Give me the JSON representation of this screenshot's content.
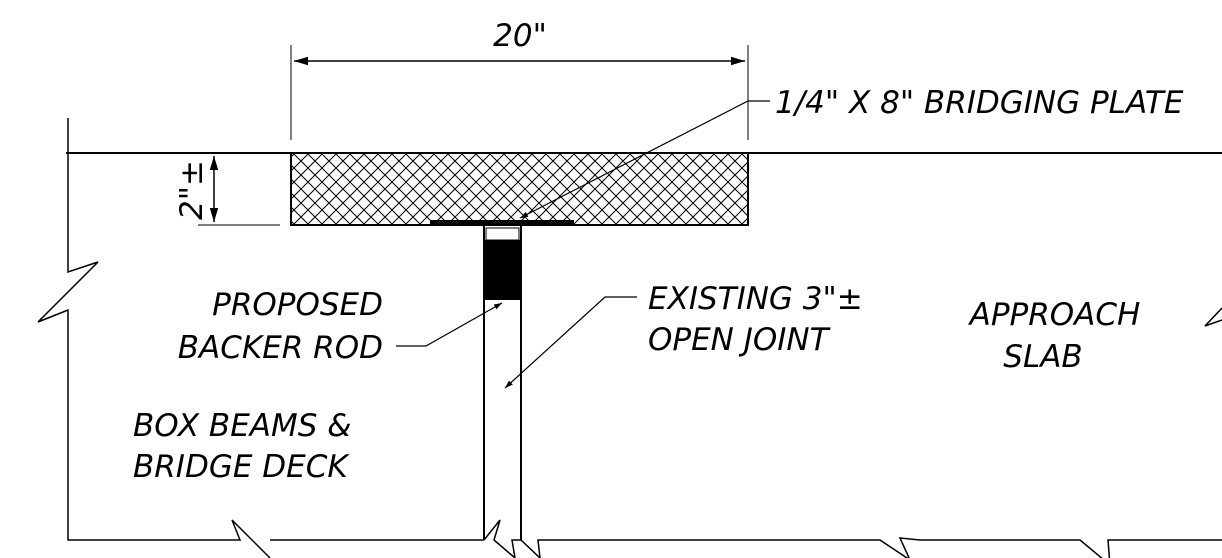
{
  "dimensions": {
    "width_label": "20\"",
    "depth_label": "2\"±"
  },
  "labels": {
    "bridging_plate": "1/4\" X 8\" BRIDGING PLATE",
    "backer_rod": [
      "PROPOSED",
      "BACKER ROD"
    ],
    "open_joint": [
      "EXISTING 3\"±",
      "OPEN JOINT"
    ],
    "approach_slab": [
      "APPROACH",
      "SLAB"
    ],
    "box_beams": [
      "BOX BEAMS &",
      "BRIDGE DECK"
    ]
  },
  "colors": {
    "line": "#000000",
    "background": "#ffffff"
  }
}
